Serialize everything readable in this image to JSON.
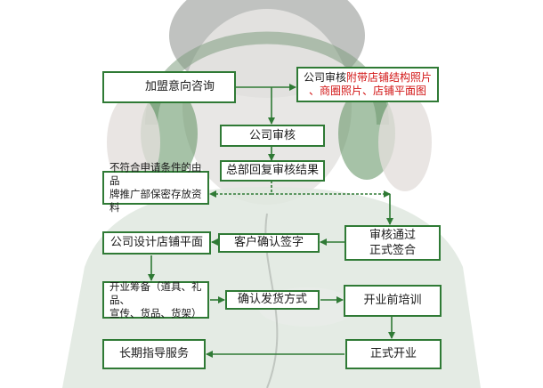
{
  "colors": {
    "box_border": "#2f7a35",
    "arrow": "#2f7a35",
    "highlight_text": "#d21414",
    "photo_tone": "#d9dcd9"
  },
  "flowchart": {
    "franchise_inquiry": "加盟意向咨询",
    "company_review_detail": {
      "lead": "公司审核",
      "highlight_line1": "附带店铺结构照片",
      "highlight_line2": "、商圈照片、店铺平面图"
    },
    "company_review": "公司审核",
    "hq_reply": "总部回复审核结果",
    "rejected": {
      "line1": "不符合申请条件的由品",
      "line2": "牌推广部保密存放资料"
    },
    "review_passed": {
      "line1": "审核通过",
      "line2": "正式签合"
    },
    "customer_confirm": "客户确认签字",
    "store_design": "公司设计店铺平面",
    "preparation": {
      "line1": "开业筹备（道具、礼品、",
      "line2": "宣传、货品、货架）"
    },
    "delivery_method": "确认发货方式",
    "pre_opening_training": "开业前培训",
    "official_opening": "正式开业",
    "long_term_guidance": "长期指导服务"
  }
}
